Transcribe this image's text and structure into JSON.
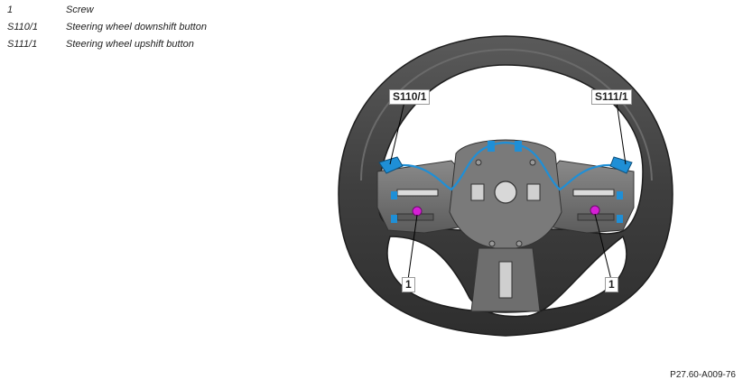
{
  "legend": [
    {
      "key": "1",
      "description": "Screw"
    },
    {
      "key": "S110/1",
      "description": "Steering wheel downshift button"
    },
    {
      "key": "S111/1",
      "description": "Steering wheel upshift button"
    }
  ],
  "callouts": {
    "downshift": "S110/1",
    "upshift": "S111/1",
    "screw_left": "1",
    "screw_right": "1"
  },
  "figure_id": "P27.60-A009-76",
  "colors": {
    "wheel_rim": "#4a4a4a",
    "wheel_dark": "#2a2a2a",
    "frame": "#6b6b6b",
    "paddle_blue": "#1f8fd6",
    "screw_magenta": "#d61fd6"
  }
}
